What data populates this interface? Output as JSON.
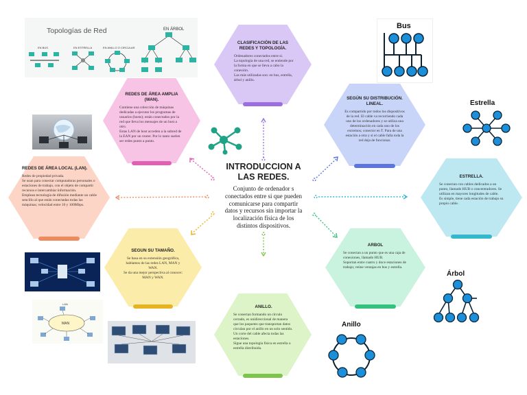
{
  "center": {
    "title": "INTRODUCCION A LAS REDES.",
    "text": "Conjunto de ordenador s conectados entre si que pueden comunicarse para compartir datos y recursos sin importar la localización física de los distintos dispositivos."
  },
  "topologias": {
    "title": "Topologías de Red",
    "bus": "EN BUS",
    "estrella": "EN ESTRELLA",
    "anillo": "EN ANILLO O CIRCULAR",
    "arbol": "EN ÁRBOL"
  },
  "cards": {
    "clasificacion": {
      "title": "CLASIFICACIÓN DE LAS REDES Y TOPOLOGÍA.",
      "text": "Ordenadores conectados entre si.\nLa topología de una red, se entiende por la forma en que se lleva a cabo la conexión.\nLas más utilizadas son: en bus, estrella, árbol y anillo."
    },
    "wan": {
      "title": "REDES DE ÁREA AMPLIA (WAN).",
      "text": "Contiene una colección de máquinas dedicadas a ejecutar los programas de usuarios (hosts); están conectados por la red que lleva los mensajes de un host a otro.\nEstas LAN de host acceden a la subred de la EAN por un router. Por lo tanto suelen ser redes punto a punto."
    },
    "lan": {
      "title": "REDES DE ÁREA LOCAL (LAN).",
      "text": "Redes de propiedad privada.\nSe usan para conectar computadoras personales o estaciones de trabajo, con el objeto de compartir recursos e intercambiar información.\nEmplean tecnología de difusión mediante un cable sencillo al que están conectadas todas las máquinas; velocidad entre 10 y 100Mbps."
    },
    "tamano": {
      "title": "SEGUN SU TAMAÑO.",
      "text": "Se basa en su extensión geográfica, hablamos de las redes LAN, MAN y WAN.\nSe da una mejor perspectiva al conocer: MAN y WAN."
    },
    "distribucion": {
      "title": "SEGÚN SU DISTRIBUCIÓN. LINEAL.",
      "text": "Es compartido por todos los dispositivos de la red. El cable va recorriendo cada uno de los ordenadores y se utiliza una determinación en cada uno de los extremos; conector en T. Para de una estación a otra y si el cable falla toda la red deja de funcionar."
    },
    "estrella": {
      "title": "ESTRELLA.",
      "text": "Se conectan con cables dedicados a un punto, llamado HUB o concentradores. Se utilizan en mayores longitudes de cable.\nEs simple, tiene cada estación de trabajo su propio cable."
    },
    "arbol": {
      "title": "ARBOL",
      "text": "Se conectan a un punto que es una caja de conexiones, llamado HUB.\nSoportan entre cuatro y doce estaciones de trabajo; reúne ventajas en bus y estrella."
    },
    "anillo": {
      "title": "ANILLO.",
      "text": "Se conectan formando un círculo cerrado, es unidireccional de manera que los paquetes que transportan datos circulan por el anillo en un solo sentido. Un corte del cable afecta todas las estaciones.\nSigue una topología física en estrella o estrella distribuida."
    }
  },
  "diagrams": {
    "bus": "Bus",
    "estrella": "Estrella",
    "arbol": "Árbol",
    "anillo": "Anillo",
    "man_label": "MAN",
    "lan_label": "LAN"
  },
  "colors": {
    "clasificacion": "#d9c8f5",
    "wan": "#f7c4e6",
    "lan": "#fdd5c6",
    "tamano": "#fcecaa",
    "distribucion": "#c9d5f8",
    "estrella": "#bde8f1",
    "arbol": "#c9f3de",
    "anillo": "#dcf4c8",
    "node_blue": "#1d8fd9",
    "node_dark": "#0a2233"
  }
}
